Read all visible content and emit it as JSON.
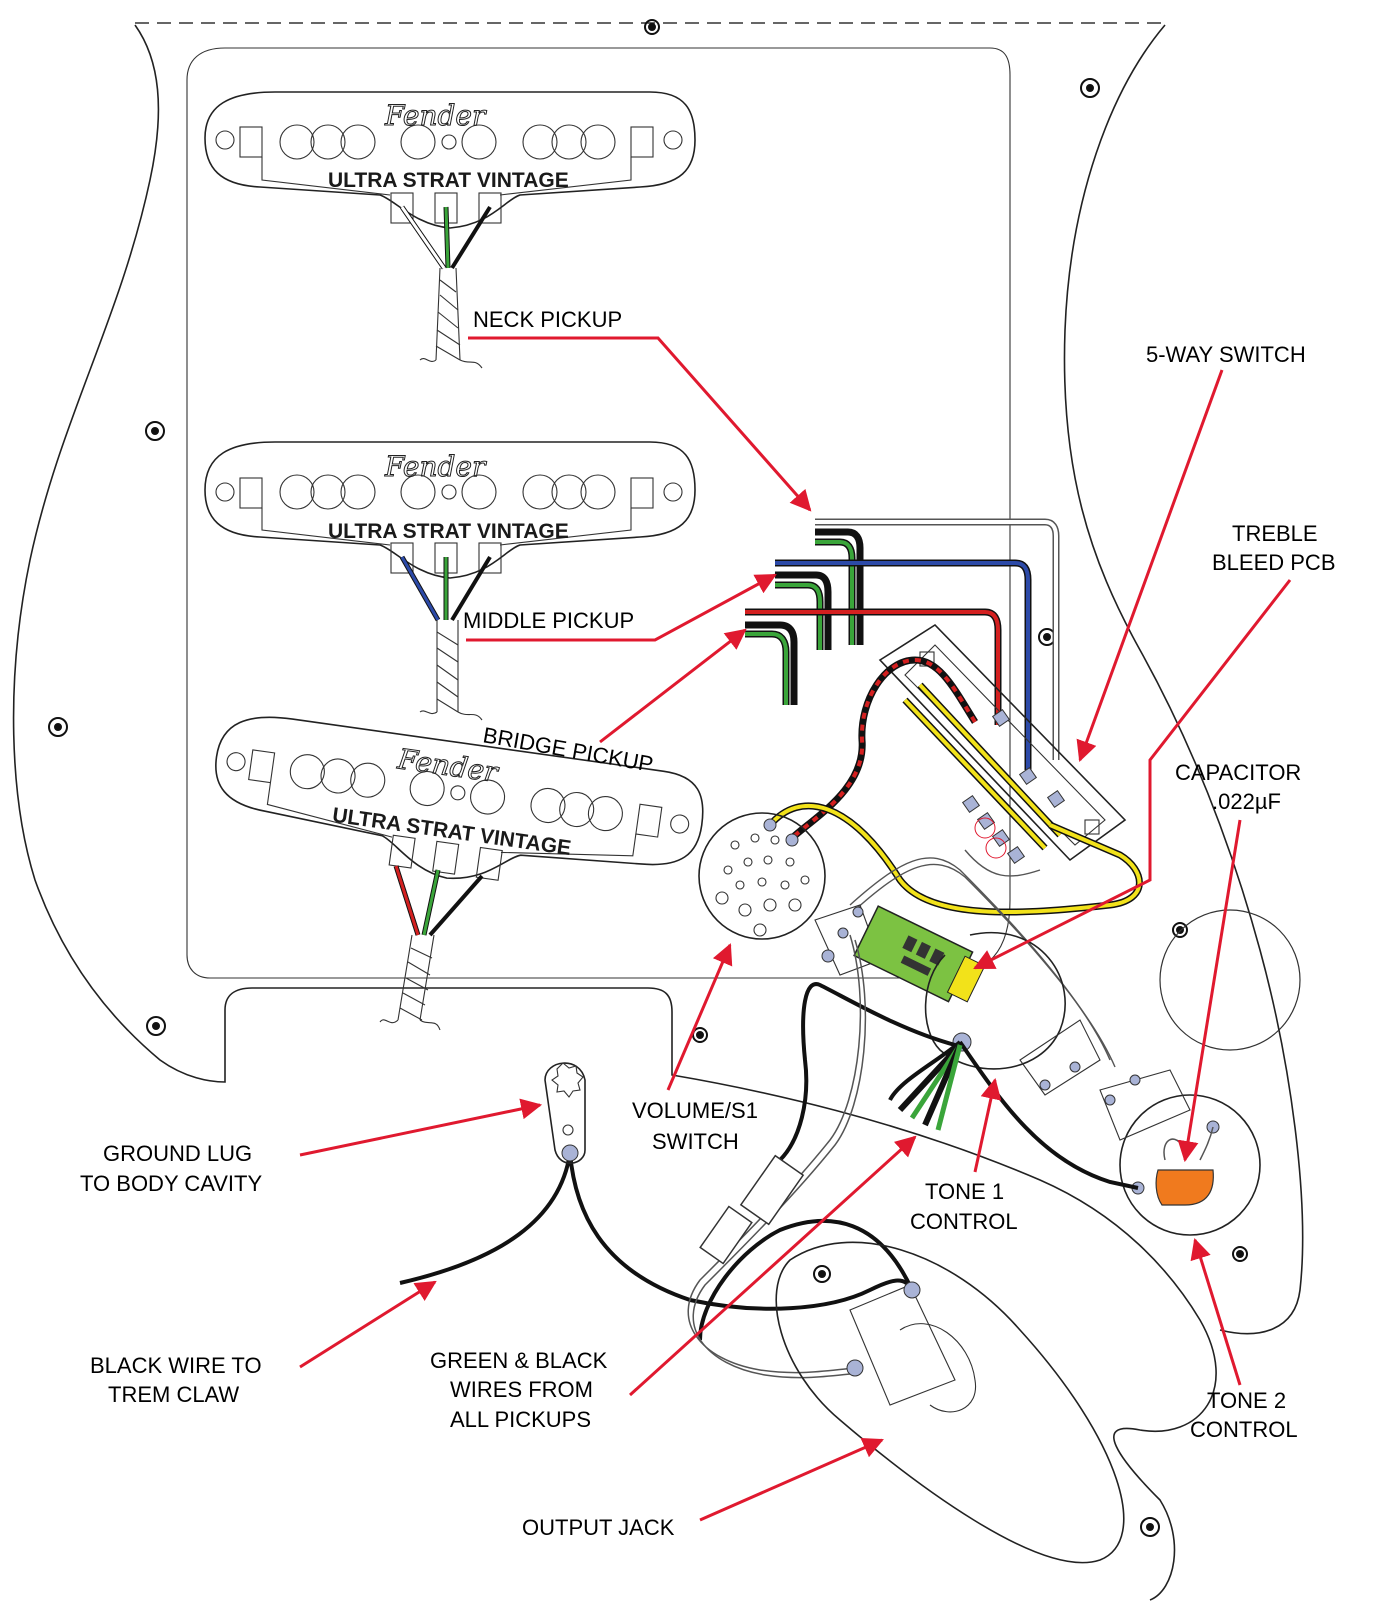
{
  "pickups": {
    "neck": {
      "brand": "Fender",
      "model": "ULTRA STRAT VINTAGE"
    },
    "middle": {
      "brand": "Fender",
      "model": "ULTRA STRAT VINTAGE"
    },
    "bridge": {
      "brand": "Fender",
      "model": "ULTRA STRAT VINTAGE"
    }
  },
  "labels": {
    "neck_pickup": "NECK PICKUP",
    "middle_pickup": "MIDDLE PICKUP",
    "bridge_pickup": "BRIDGE PICKUP",
    "five_way_switch": "5-WAY SWITCH",
    "treble_bleed": [
      "TREBLE",
      "BLEED PCB"
    ],
    "capacitor": [
      "CAPACITOR",
      ".022µF"
    ],
    "volume_switch": [
      "VOLUME/S1",
      "SWITCH"
    ],
    "tone1": [
      "TONE 1",
      "CONTROL"
    ],
    "tone2": [
      "TONE 2",
      "CONTROL"
    ],
    "ground_lug": [
      "GROUND LUG",
      "TO BODY CAVITY"
    ],
    "black_wire": [
      "BLACK WIRE TO",
      "TREM CLAW"
    ],
    "green_black": [
      "GREEN & BLACK",
      "WIRES FROM",
      "ALL PICKUPS"
    ],
    "output_jack": "OUTPUT JACK"
  },
  "colors": {
    "arrow": "#e0192f",
    "wire_black": "#111111",
    "wire_green": "#3aa53a",
    "wire_red": "#d42020",
    "wire_blue": "#2c4aa8",
    "wire_yellow": "#f2e21a",
    "wire_white": "#ffffff",
    "pcb": "#7cc242",
    "capacitor": "#f07a1e"
  }
}
